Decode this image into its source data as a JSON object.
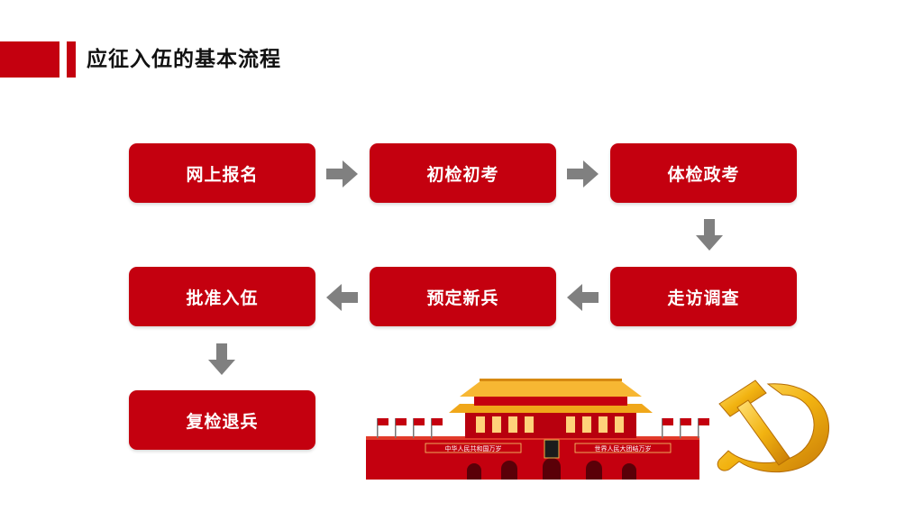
{
  "page_title": "应征入伍的基本流程",
  "steps": [
    "网上报名",
    "初检初考",
    "体检政考",
    "走访调查",
    "预定新兵",
    "批准入伍",
    "复检退兵"
  ],
  "colors": {
    "accent": "#c4000f",
    "arrow": "#808080",
    "gold": "#f2b311"
  },
  "decorations": [
    "tiananmen-illustration",
    "party-emblem-icon"
  ],
  "banner_left": "中华人民共和国万岁",
  "banner_right": "世界人民大团结万岁"
}
